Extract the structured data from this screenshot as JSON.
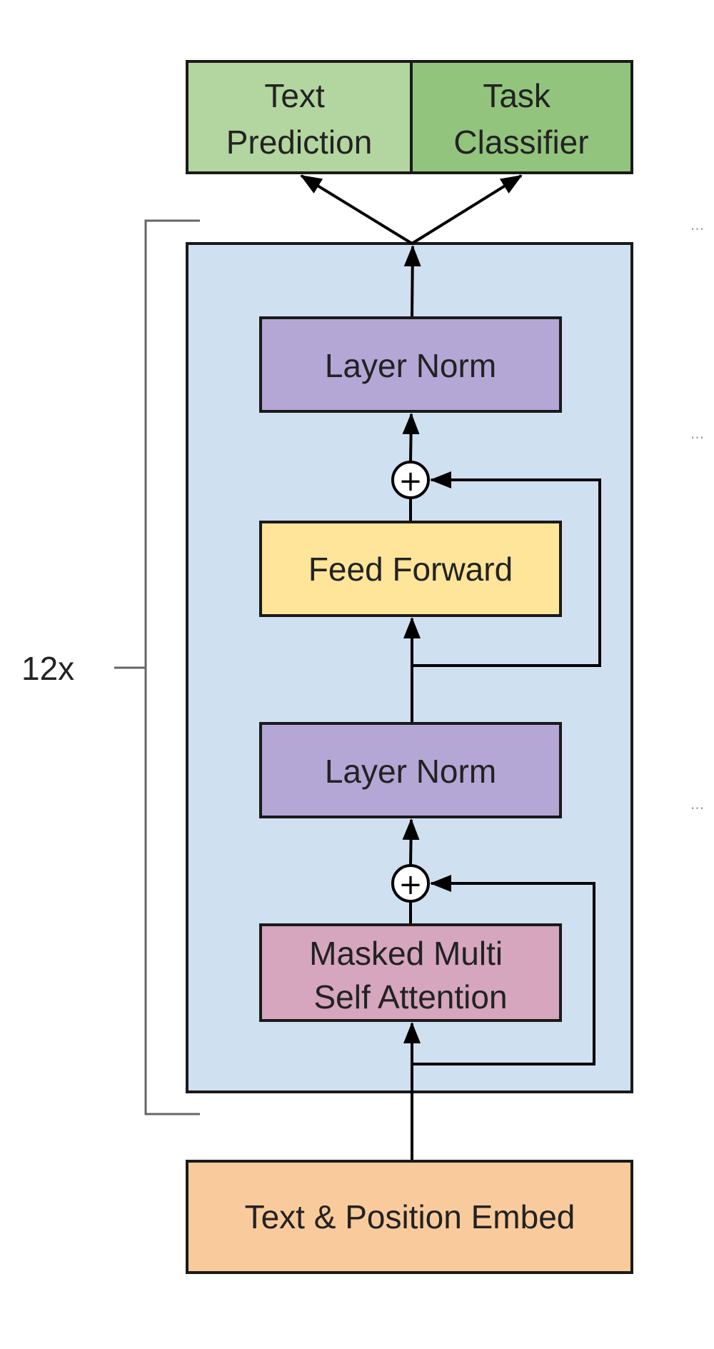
{
  "diagram": {
    "outputs": {
      "text_prediction": [
        "Text",
        "Prediction"
      ],
      "task_classifier": [
        "Task",
        "Classifier"
      ]
    },
    "block": {
      "repeat_label": "12x",
      "layer_norm_top": "Layer Norm",
      "feed_forward": "Feed Forward",
      "layer_norm_bottom": "Layer Norm",
      "attention": [
        "Masked Multi",
        "Self Attention"
      ],
      "add_symbol": "+"
    },
    "embedding": "Text & Position Embed",
    "margin_dots": [
      "...",
      "...",
      "..."
    ]
  },
  "colors": {
    "block_background": "#cfe0f1",
    "text_prediction": "#b3d6a0",
    "task_classifier": "#93c47d",
    "layer_norm": "#b4a7d6",
    "feed_forward": "#ffe599",
    "attention": "#d5a6bd",
    "embedding": "#f9cb9c"
  }
}
